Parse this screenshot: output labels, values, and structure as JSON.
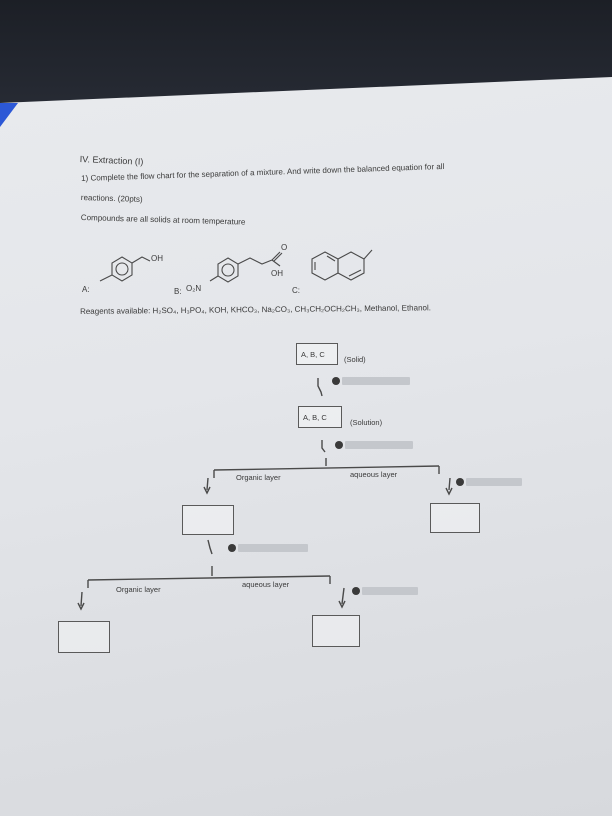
{
  "section_title": "IV. Extraction (I)",
  "instruction_line1": "1) Complete the flow chart for the separation of a mixture. And write down the balanced equation for all",
  "instruction_line2": "reactions. (20pts)",
  "compounds_note": "Compounds are all solids at room temperature",
  "compounds": {
    "a_label": "A:",
    "a_oh": "OH",
    "b_label": "B:",
    "b_o2n": "O₂N",
    "b_oh": "OH",
    "b_o": "O",
    "c_label": "C:"
  },
  "reagents": "Reagents available: H₂SO₄, H₃PO₄, KOH, KHCO₃, Na₂CO₃, CH₃CH₂OCH₂CH₃, Methanol, Ethanol.",
  "flowchart": {
    "start_box": "A, B, C",
    "start_state": "(Solid)",
    "second_box": "A, B, C",
    "second_state": "(Solution)",
    "organic_layer_1": "Organic layer",
    "aqueous_layer_1": "aqueous layer",
    "organic_layer_2": "Organic layer",
    "aqueous_layer_2": "aqueous layer"
  }
}
